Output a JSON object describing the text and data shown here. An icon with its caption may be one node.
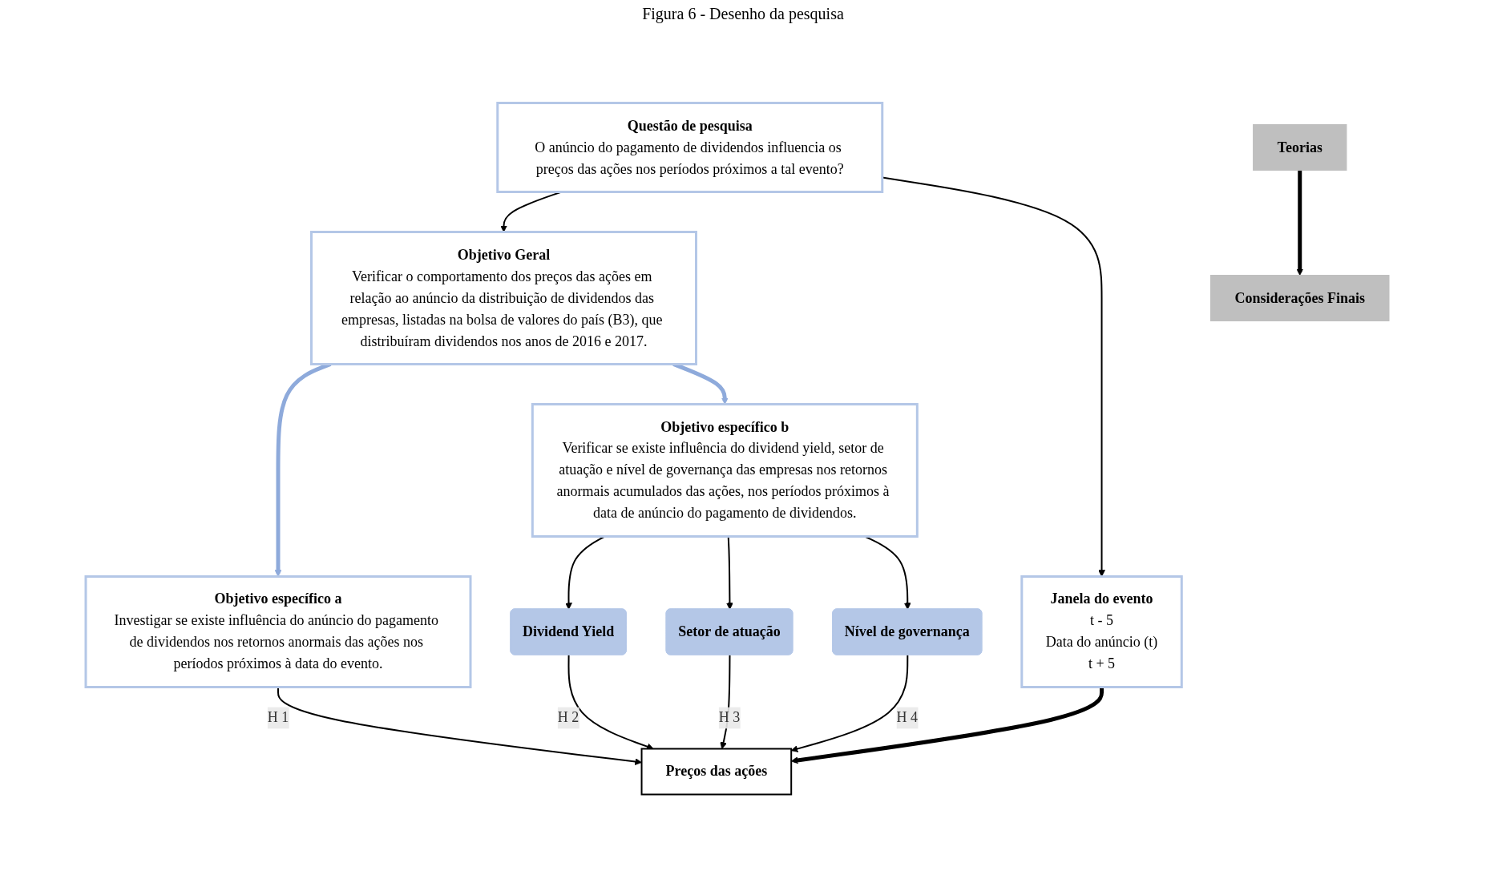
{
  "diagram": {
    "title": "Figura 6 - Desenho da pesquisa",
    "nodes": [
      {
        "text": [
          "Questão de pesquisa",
          "O anúncio do pagamento de dividendos influencia os preços das ações nos períodos próximos a tal evento?"
        ]
      },
      {
        "text": [
          "Objetivo Geral",
          "Verificar o comportamento dos preços das ações em relação ao anúncio da distribuição de dividendos das empresas, listadas na bolsa de valores do país (B3), que distribuíram dividendos nos anos de 2016 e 2017."
        ]
      },
      {
        "text": [
          "Objetivo específico a",
          "Investigar se existe influência do anúncio do pagamento de dividendos nos retornos anormais das ações nos períodos próximos à data do evento."
        ]
      },
      {
        "text": [
          "Objetivo específico b",
          "Verificar se existe influência do dividend yield, setor de atuação e nível de governança das empresas nos retornos anormais acumulados das ações, nos períodos próximos à data de anúncio do pagamento de dividendos."
        ]
      },
      {
        "text": [
          "Janela do evento",
          "t - 5",
          "Data do anúncio (t)",
          "t + 5"
        ]
      },
      {
        "text": [
          "Dividend Yield"
        ]
      },
      {
        "text": [
          "Setor de atuação"
        ]
      },
      {
        "text": [
          "Nível de governança"
        ]
      },
      {
        "text": [
          "Preços das ações"
        ]
      },
      {
        "text": [
          "Teorias"
        ]
      },
      {
        "text": [
          "Considerações Finais"
        ]
      }
    ],
    "edges": [
      {
        "from": 0,
        "to": 1,
        "arrow": "to"
      },
      {
        "from": 1,
        "to": 2,
        "arrow": "to",
        "style": "thick",
        "color": "#8eaadb"
      },
      {
        "from": 1,
        "to": 3,
        "arrow": "to",
        "style": "thick",
        "color": "#8eaadb"
      },
      {
        "from": 0,
        "to": 4,
        "arrow": "to"
      },
      {
        "from": 4,
        "to": 8,
        "arrow": "to",
        "style": "thick"
      },
      {
        "from": 2,
        "to": 8,
        "label": "H 1",
        "arrow": "to"
      },
      {
        "from": 5,
        "to": 8,
        "label": "H 2",
        "arrow": "to"
      },
      {
        "from": 3,
        "to": 5,
        "arrow": "to"
      },
      {
        "from": 3,
        "to": 6,
        "arrow": "to"
      },
      {
        "from": 3,
        "to": 7,
        "arrow": "to"
      },
      {
        "from": 6,
        "to": 8,
        "label": "H 3",
        "arrow": "to"
      },
      {
        "from": 7,
        "to": 8,
        "label": "H 4",
        "arrow": "to"
      },
      {
        "from": 9,
        "to": 10,
        "arrow": "to",
        "style": "thick"
      }
    ]
  }
}
